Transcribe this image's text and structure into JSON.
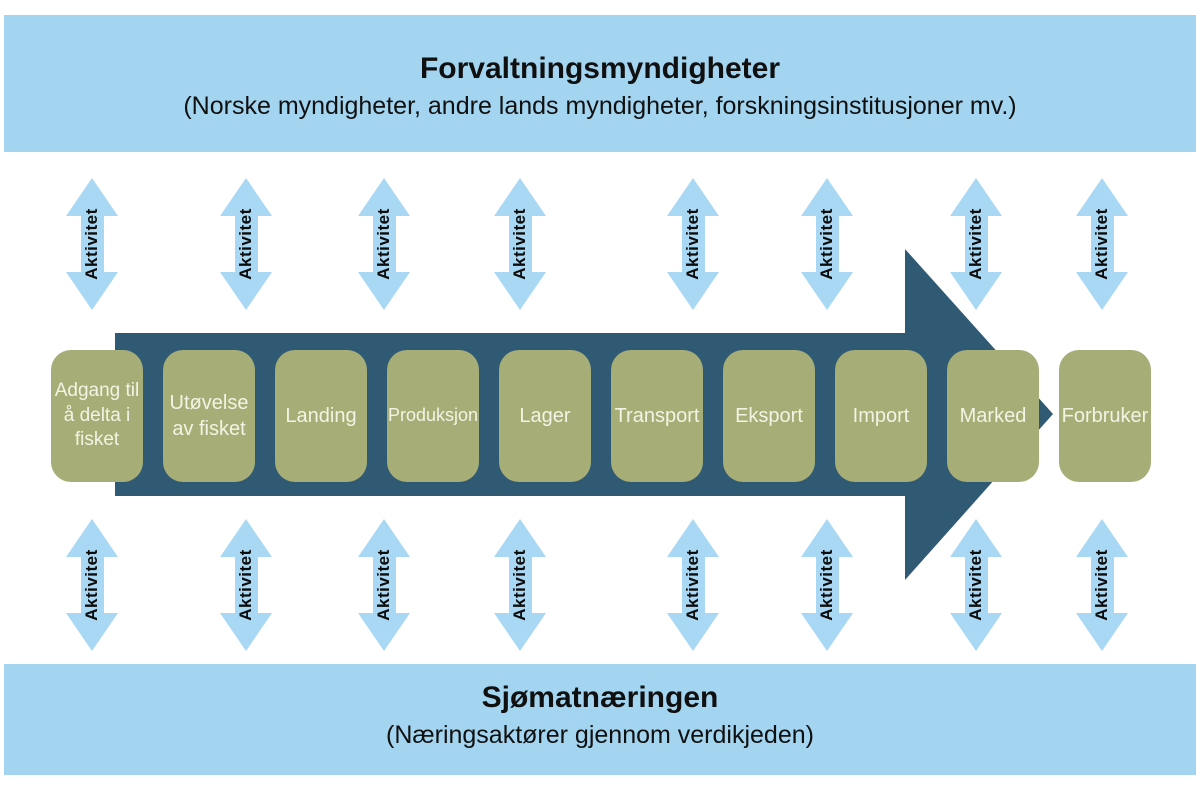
{
  "top_banner": {
    "title": "Forvaltningsmyndigheter",
    "subtitle": "(Norske myndigheter, andre lands myndigheter, forskningsinstitusjoner mv.)"
  },
  "bottom_banner": {
    "title": "Sjømatnæringen",
    "subtitle": "(Næringsaktører gjennom verdikjeden)"
  },
  "activity_label": "Aktivitet",
  "value_chain": {
    "stages": [
      {
        "label": "Adgang til å delta i fisket"
      },
      {
        "label": "Utøvelse av fisket"
      },
      {
        "label": "Landing"
      },
      {
        "label": "Produksjon"
      },
      {
        "label": "Lager"
      },
      {
        "label": "Transport"
      },
      {
        "label": "Eksport"
      },
      {
        "label": "Import"
      },
      {
        "label": "Marked"
      },
      {
        "label": "Forbruker"
      }
    ]
  },
  "colors": {
    "banner_blue": "#a3d4f0",
    "arrow_blue": "#a9d8f4",
    "chain_dark": "#305a73",
    "stage_green": "#a6ad77",
    "stage_text": "#f4f3e4",
    "banner_text": "#101010"
  }
}
